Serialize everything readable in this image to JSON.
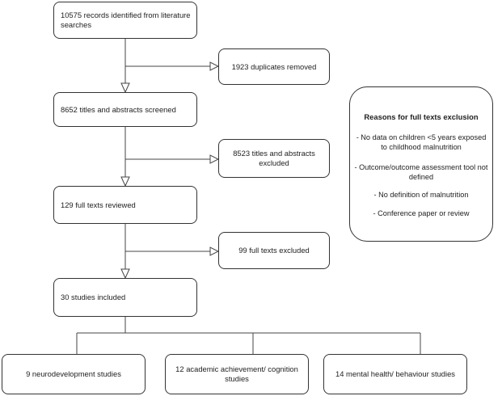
{
  "flow": {
    "records": "10575 records identified from literature searches",
    "duplicates": "1923 duplicates removed",
    "screened": "8652 titles and abstracts screened",
    "screen_excluded": "8523 titles and abstracts excluded",
    "fulltexts": "129 full texts reviewed",
    "fulltext_excluded": "99 full texts excluded",
    "included": "30 studies included"
  },
  "outcomes": [
    "9 neurodevelopment studies",
    "12 academic achievement/ cognition studies",
    "14 mental health/ behaviour studies"
  ],
  "reasons": {
    "title": "Reasons for full texts exclusion",
    "items": [
      "- No data on children <5 years exposed to childhood malnutrition",
      "- Outcome/outcome assessment tool not defined",
      "- No definition of malnutrition",
      "- Conference paper or review"
    ]
  }
}
